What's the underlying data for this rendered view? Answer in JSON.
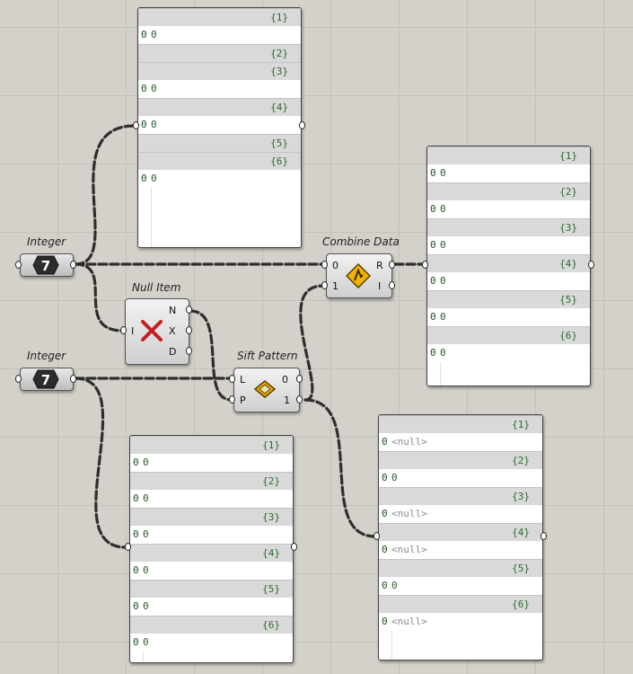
{
  "integer1": {
    "label": "Integer",
    "value": "7"
  },
  "integer2": {
    "label": "Integer",
    "value": "7"
  },
  "null_item": {
    "label": "Null Item",
    "input": "I",
    "outputs": [
      "N",
      "X",
      "D"
    ]
  },
  "combine_data": {
    "label": "Combine Data",
    "inputs": [
      "0",
      "1"
    ],
    "outputs": [
      "R",
      "I"
    ]
  },
  "sift_pattern": {
    "label": "Sift Pattern",
    "inputs": [
      "L",
      "P"
    ],
    "outputs": [
      "0",
      "1"
    ]
  },
  "panel_top": {
    "rows": [
      {
        "path": "{1}",
        "items": [
          "0"
        ]
      },
      {
        "path": "{2}",
        "items": []
      },
      {
        "path": "{3}",
        "items": [
          "0"
        ]
      },
      {
        "path": "{4}",
        "items": [
          "0"
        ]
      },
      {
        "path": "{5}",
        "items": []
      },
      {
        "path": "{6}",
        "items": [
          "0"
        ]
      }
    ]
  },
  "panel_right": {
    "rows": [
      {
        "path": "{1}",
        "items": [
          "0"
        ]
      },
      {
        "path": "{2}",
        "items": [
          "0"
        ]
      },
      {
        "path": "{3}",
        "items": [
          "0"
        ]
      },
      {
        "path": "{4}",
        "items": [
          "0"
        ]
      },
      {
        "path": "{5}",
        "items": [
          "0"
        ]
      },
      {
        "path": "{6}",
        "items": [
          "0"
        ]
      }
    ]
  },
  "panel_bottom_left": {
    "rows": [
      {
        "path": "{1}",
        "items": [
          "0"
        ]
      },
      {
        "path": "{2}",
        "items": [
          "0"
        ]
      },
      {
        "path": "{3}",
        "items": [
          "0"
        ]
      },
      {
        "path": "{4}",
        "items": [
          "0"
        ]
      },
      {
        "path": "{5}",
        "items": [
          "0"
        ]
      },
      {
        "path": "{6}",
        "items": [
          "0"
        ]
      }
    ]
  },
  "panel_bottom_right": {
    "rows": [
      {
        "path": "{1}",
        "items": [
          "<null>"
        ]
      },
      {
        "path": "{2}",
        "items": [
          "0"
        ]
      },
      {
        "path": "{3}",
        "items": [
          "<null>"
        ]
      },
      {
        "path": "{4}",
        "items": [
          "<null>"
        ]
      },
      {
        "path": "{5}",
        "items": [
          "0"
        ]
      },
      {
        "path": "{6}",
        "items": [
          "<null>"
        ]
      }
    ]
  },
  "colors": {
    "canvas": "#d4d1cb",
    "grid": "#c4c1bb",
    "wire": "#3a3a3a",
    "panel_header": "#d9d9d9",
    "text_green": "#2f6b2f",
    "null_text": "#8a8a8a",
    "icon_yellow": "#f0b400",
    "icon_red": "#c02020"
  }
}
